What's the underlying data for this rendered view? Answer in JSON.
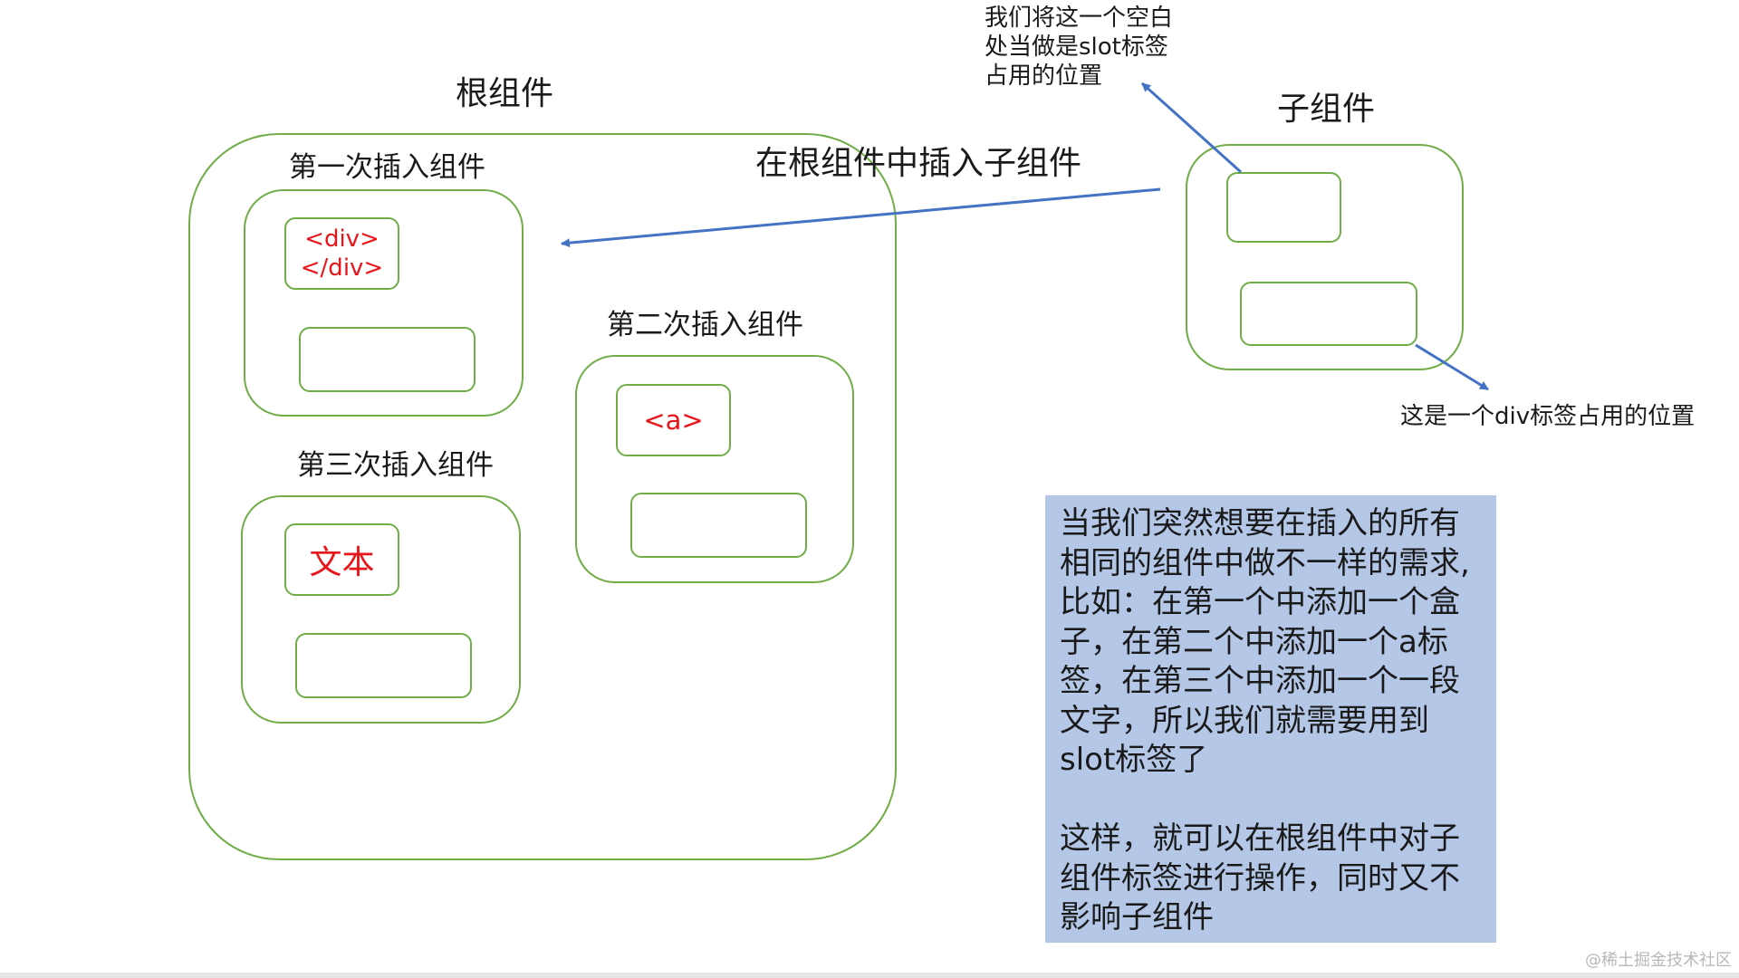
{
  "root": {
    "title": "根组件",
    "first_insert_label": "第一次插入组件",
    "second_insert_label": "第二次插入组件",
    "third_insert_label": "第三次插入组件",
    "first_slot_content": [
      "<div>",
      "</div>"
    ],
    "second_slot_content": "<a>",
    "third_slot_content": "文本"
  },
  "insert_arrow_label": "在根组件中插入子组件",
  "child": {
    "title": "子组件",
    "slot_annotation": [
      "我们将这一个空白",
      "处当做是slot标签",
      "占用的位置"
    ],
    "div_annotation": "这是一个div标签占用的位置"
  },
  "note": {
    "paragraph1": [
      "当我们突然想要在插入的所有",
      "相同的组件中做不一样的需求,",
      "比如：在第一个中添加一个盒",
      "子，在第二个中添加一个a标",
      "签，在第三个中添加一个一段",
      "文字，所以我们就需要用到",
      "slot标签了"
    ],
    "paragraph2": [
      "这样，就可以在根组件中对子",
      "组件标签进行操作，同时又不",
      "影响子组件"
    ]
  },
  "watermark": "@稀土掘金技术社区",
  "colors": {
    "component_border": "#70ad47",
    "slot_content_text": "#e8151b",
    "arrow": "#4472c4",
    "note_background": "#b4c7e7"
  }
}
